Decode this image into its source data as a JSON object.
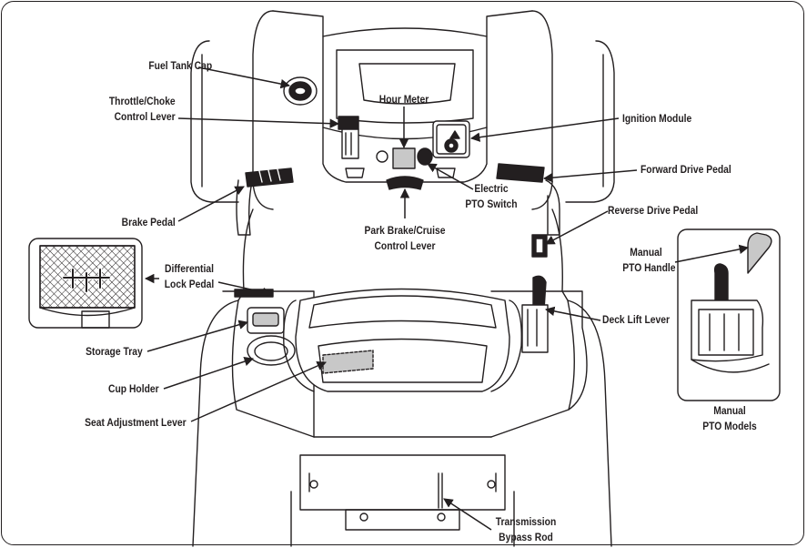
{
  "labels": {
    "fuel_tank_cap": "Fuel Tank Cap",
    "throttle_choke": [
      "Throttle/Choke",
      "Control Lever"
    ],
    "hour_meter": "Hour Meter",
    "ignition_module": "Ignition Module",
    "electric_pto_switch": [
      "Electric",
      "PTO Switch"
    ],
    "forward_drive_pedal": "Forward Drive Pedal",
    "brake_pedal": "Brake Pedal",
    "park_brake_cruise": [
      "Park Brake/Cruise",
      "Control Lever"
    ],
    "reverse_drive_pedal": "Reverse Drive Pedal",
    "manual_pto_handle": [
      "Manual",
      "PTO Handle"
    ],
    "differential_lock_pedal": [
      "Differential",
      "Lock Pedal"
    ],
    "deck_lift_lever": "Deck Lift Lever",
    "storage_tray": "Storage Tray",
    "cup_holder": "Cup Holder",
    "seat_adjustment_lever": "Seat Adjustment Lever",
    "manual_pto_models": [
      "Manual",
      "PTO Models"
    ],
    "transmission_bypass_rod": [
      "Transmission",
      "Bypass Rod"
    ]
  },
  "colors": {
    "line": "#231f20",
    "fill_gray": "#c8c8c8",
    "fill_light": "#ffffff"
  }
}
